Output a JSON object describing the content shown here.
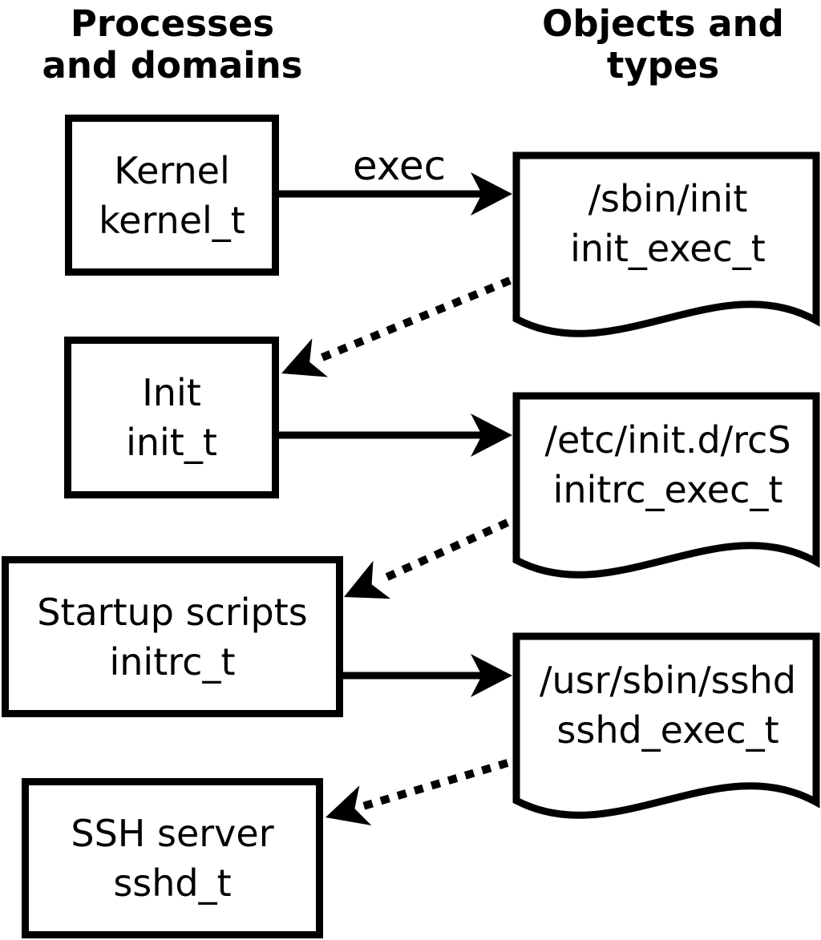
{
  "column_headers": {
    "left": {
      "line1": "Processes",
      "line2": "and domains"
    },
    "right": {
      "line1": "Objects and",
      "line2": "types"
    }
  },
  "process_boxes": [
    {
      "name": "Kernel",
      "type": "kernel_t"
    },
    {
      "name": "Init",
      "type": "init_t"
    },
    {
      "name": "Startup scripts",
      "type": "initrc_t"
    },
    {
      "name": "SSH server",
      "type": "sshd_t"
    }
  ],
  "object_docs": [
    {
      "path": "/sbin/init",
      "type": "init_exec_t"
    },
    {
      "path": "/etc/init.d/rcS",
      "type": "initrc_exec_t"
    },
    {
      "path": "/usr/sbin/sshd",
      "type": "sshd_exec_t"
    }
  ],
  "arrow_labels": {
    "exec": "exec"
  },
  "colors": {
    "foreground": "#000000",
    "background": "#ffffff"
  }
}
